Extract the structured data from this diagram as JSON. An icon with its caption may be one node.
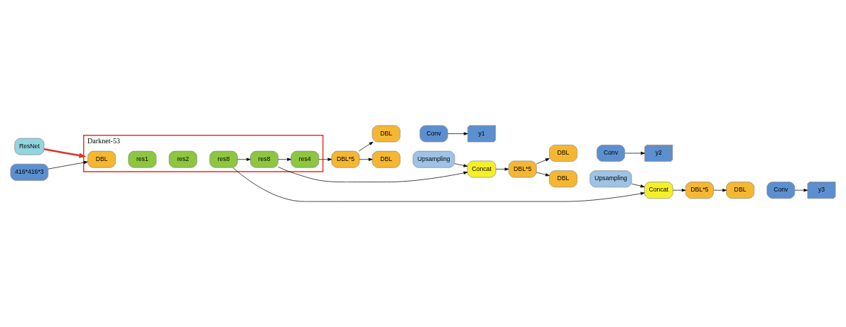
{
  "diagram": {
    "nodes": [
      {
        "text": [
          "ResNet"
        ]
      },
      {
        "text": [
          "Darknet-53"
        ]
      },
      {
        "text": [
          "416*416*3"
        ]
      },
      {
        "text": [
          "DBL"
        ],
        "in": 1
      },
      {
        "text": [
          "res1"
        ],
        "in": 1
      },
      {
        "text": [
          "res2"
        ],
        "in": 1
      },
      {
        "text": [
          "res8"
        ],
        "in": 1
      },
      {
        "text": [
          "res8"
        ],
        "in": 1
      },
      {
        "text": [
          "res4"
        ],
        "in": 1
      },
      {
        "text": [
          "DBL*5"
        ]
      },
      {
        "text": [
          "DBL"
        ]
      },
      {
        "text": [
          "Conv"
        ]
      },
      {
        "text": [
          "y1"
        ]
      },
      {
        "text": [
          "DBL"
        ]
      },
      {
        "text": [
          "Upsampling"
        ]
      },
      {
        "text": [
          "Concat"
        ]
      },
      {
        "text": [
          "DBL*5"
        ]
      },
      {
        "text": [
          "DBL"
        ]
      },
      {
        "text": [
          "Conv"
        ]
      },
      {
        "text": [
          "y2"
        ]
      },
      {
        "text": [
          "DBL"
        ]
      },
      {
        "text": [
          "Upsampling"
        ]
      },
      {
        "text": [
          "Concat"
        ]
      },
      {
        "text": [
          "DBL*5"
        ]
      },
      {
        "text": [
          "DBL"
        ]
      },
      {
        "text": [
          "Conv"
        ]
      },
      {
        "text": [
          "y3"
        ]
      }
    ],
    "edges": [
      {
        "from": 0,
        "to": 1,
        "arrow": "to",
        "style": "thick",
        "color": "#d9342b"
      },
      {
        "from": 2,
        "to": 3,
        "arrow": "to"
      },
      {
        "from": 6,
        "to": 7,
        "arrow": "to"
      },
      {
        "from": 7,
        "to": 8,
        "arrow": "to"
      },
      {
        "from": 8,
        "to": 9,
        "arrow": "to"
      },
      {
        "from": 9,
        "to": 10,
        "arrow": "to"
      },
      {
        "from": 11,
        "to": 12,
        "arrow": "to"
      },
      {
        "from": 9,
        "to": 13,
        "arrow": "to"
      },
      {
        "from": 14,
        "to": 15,
        "arrow": "to"
      },
      {
        "from": 7,
        "to": 15,
        "arrow": "to"
      },
      {
        "from": 15,
        "to": 16,
        "arrow": "to"
      },
      {
        "from": 16,
        "to": 17,
        "arrow": "to"
      },
      {
        "from": 18,
        "to": 19,
        "arrow": "to"
      },
      {
        "from": 16,
        "to": 20,
        "arrow": "to"
      },
      {
        "from": 21,
        "to": 22,
        "arrow": "to"
      },
      {
        "from": 6,
        "to": 22,
        "arrow": "to"
      },
      {
        "from": 22,
        "to": 23,
        "arrow": "to"
      },
      {
        "from": 23,
        "to": 24,
        "arrow": "to"
      },
      {
        "from": 25,
        "to": 26,
        "arrow": "to"
      }
    ]
  }
}
